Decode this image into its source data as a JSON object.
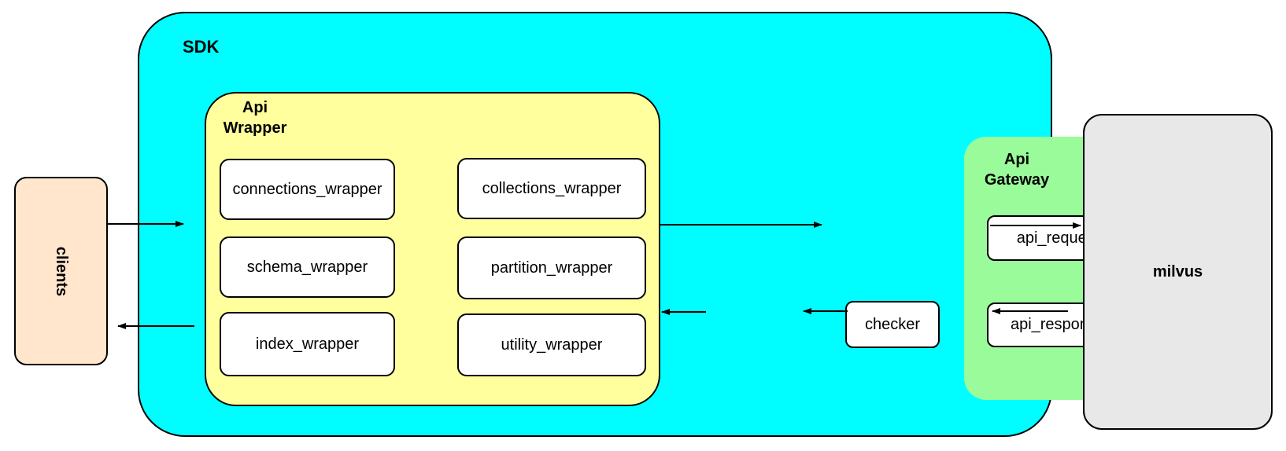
{
  "colors": {
    "sdk-fill": "#00FDFF",
    "wrapper-fill": "#FFFF9E",
    "gateway-fill": "#99FB99",
    "clients-fill": "#FFE6CC",
    "milvus-fill": "#E8E8E8",
    "node-fill": "#FFFFFF",
    "line": "#000000"
  },
  "nodes": {
    "clients": "clients",
    "sdk": "SDK",
    "api_wrapper": {
      "label": "Api\nWrapper",
      "boxes": [
        "connections_wrapper",
        "collections_wrapper",
        "schema_wrapper",
        "partition_wrapper",
        "index_wrapper",
        "utility_wrapper"
      ]
    },
    "checker": "checker",
    "api_gateway": {
      "label": "Api\nGateway",
      "request": "api_request",
      "response": "api_response"
    },
    "milvus": "milvus"
  }
}
